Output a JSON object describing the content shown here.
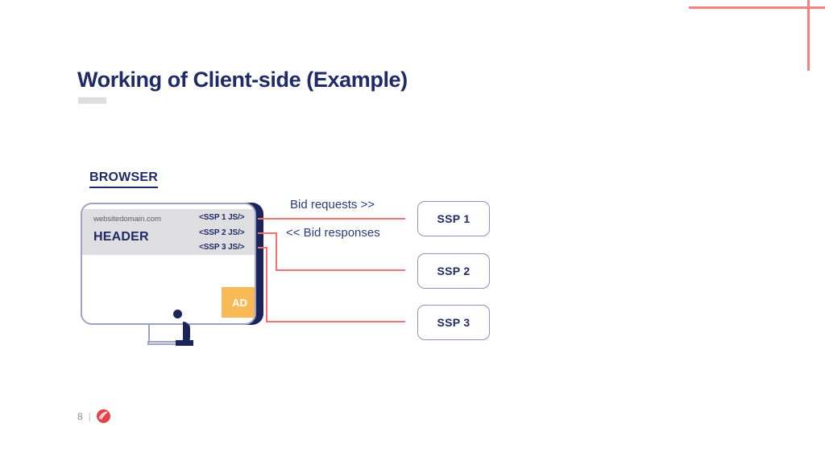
{
  "slide": {
    "title": "Working of Client-side (Example)",
    "page_number": "8",
    "page_separator": "|",
    "logo_icon": "brand-swoosh-icon"
  },
  "decoration": {
    "rule_color": "#F98080",
    "title_rule_color": "#DDDDDF"
  },
  "browser": {
    "label": "BROWSER",
    "domain": "websitedomain.com",
    "header": "HEADER",
    "ad_label": "AD",
    "ad_color": "#F9B957",
    "frame_color": "#1B2559",
    "header_band_color": "#DFDFE1",
    "js_tags": [
      "<SSP 1 JS/>",
      "<SSP 2 JS/>",
      "<SSP 3 JS/>"
    ]
  },
  "flow": {
    "request_label": "Bid requests >>",
    "response_label": "<< Bid responses",
    "line_color": "#F47171",
    "label_color": "#2E3A7D"
  },
  "ssps": [
    {
      "label": "SSP 1"
    },
    {
      "label": "SSP 2"
    },
    {
      "label": "SSP 3"
    }
  ]
}
